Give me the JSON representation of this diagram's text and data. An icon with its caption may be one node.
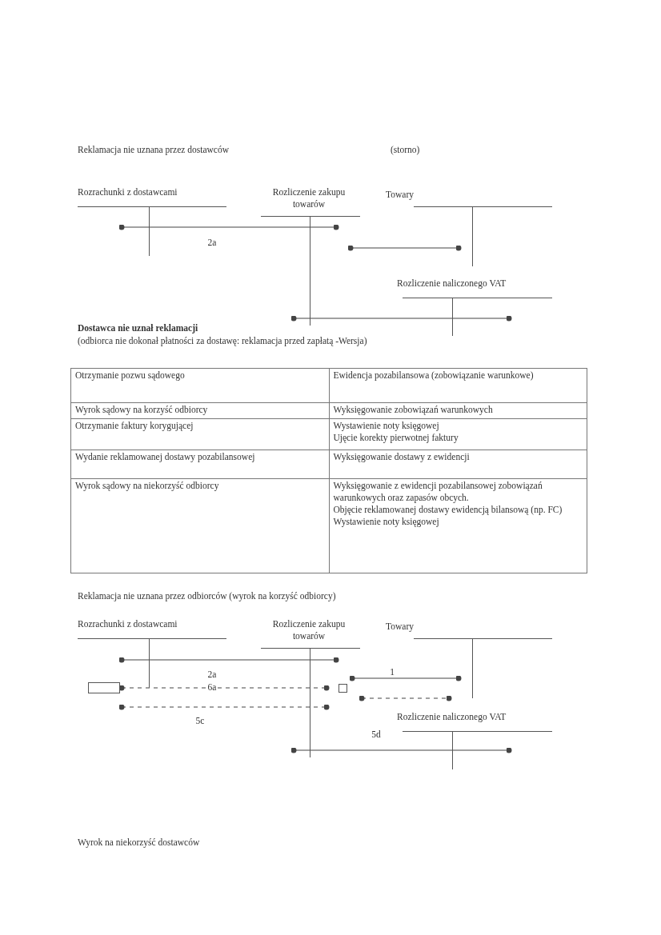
{
  "diagram": {
    "title": "Reklamacja nie uznana przez dostawców",
    "nodes": [
      {
        "text": [
          "Rozrachunki z dostawcami"
        ]
      },
      {
        "text": [
          "Rozliczenie zakupu towarów"
        ]
      },
      {
        "text": [
          "Towary"
        ]
      },
      {
        "text": [
          "Rozliczenie naliczonego VAT"
        ]
      },
      {
        "text": [
          "Rozrachunki z dostawcami"
        ]
      },
      {
        "text": [
          "Rozliczenie zakupu towarów"
        ]
      },
      {
        "text": [
          "Towary"
        ]
      },
      {
        "text": [
          "Rozliczenie naliczonego VAT"
        ]
      },
      {
        "text": [],
        "shape": "box"
      },
      {
        "text": [],
        "shape": "box"
      }
    ],
    "edges": [
      {
        "from": 0,
        "to": 1,
        "arrow": "other",
        "label": "2a"
      },
      {
        "from": 1,
        "to": 2,
        "arrow": "other"
      },
      {
        "from": 1,
        "to": 3,
        "arrow": "other"
      },
      {
        "from": 4,
        "to": 5,
        "arrow": "other",
        "label": "2a"
      },
      {
        "from": 4,
        "to": 5,
        "arrow": "other",
        "label": "6a",
        "style": "dashed"
      },
      {
        "from": 4,
        "to": 5,
        "arrow": "other",
        "label": "5c",
        "style": "dashed"
      },
      {
        "from": 5,
        "to": 6,
        "arrow": "other",
        "label": "1"
      },
      {
        "from": 5,
        "to": 6,
        "arrow": "other",
        "style": "dashed"
      },
      {
        "from": 5,
        "to": 7,
        "arrow": "other",
        "label": "5d"
      }
    ],
    "labels": [
      "(storno)",
      "Dostawca nie uznał reklamacji",
      "(odbiorca nie dokonał płatności za dostawę: reklamacja przed zapłatą -Wersja)",
      "Otrzymanie pozwu sądowego",
      "Ewidencja pozabilansowa (zobowiązanie warunkowe)",
      "Wyrok sądowy na korzyść odbiorcy",
      "Wyksięgowanie zobowiązań warunkowych",
      "Otrzymanie faktury korygującej",
      "Wystawienie noty księgowej",
      "Ujęcie korekty pierwotnej faktury",
      "Wydanie reklamowanej dostawy pozabilansowej",
      "Wyksięgowanie dostawy z ewidencji",
      "Wyrok sądowy na niekorzyść odbiorcy",
      "Wyksięgowanie z ewidencji pozabilansowej zobowiązań warunkowych oraz zapasów obcych.",
      "Objęcie reklamowanej dostawy ewidencją bilansową (np. FC)",
      "Wystawienie noty księgowej",
      "Reklamacja nie uznana przez odbiorców (wyrok na korzyść odbiorcy)",
      "Wyrok na niekorzyść dostawców"
    ]
  }
}
